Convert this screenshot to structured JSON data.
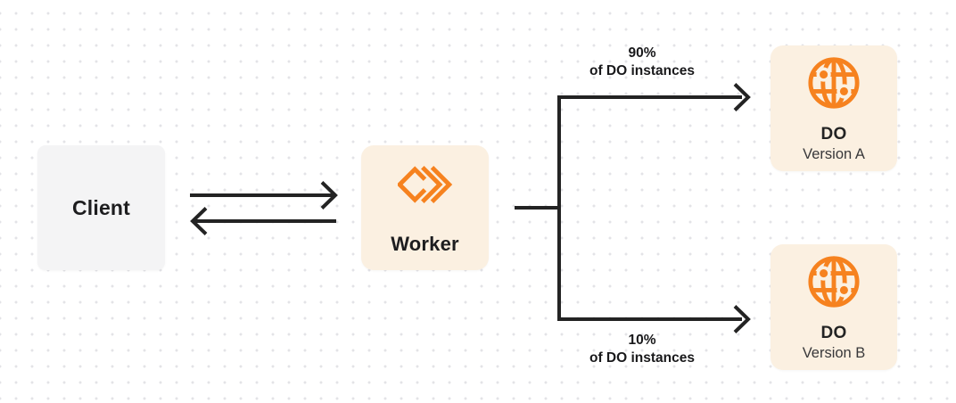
{
  "diagram": {
    "client": {
      "label": "Client"
    },
    "worker": {
      "label": "Worker",
      "icon": "workers-chevron-icon"
    },
    "do_version_a": {
      "title": "DO",
      "subtitle": "Version A",
      "icon": "durable-object-globe-icon"
    },
    "do_version_b": {
      "title": "DO",
      "subtitle": "Version B",
      "icon": "durable-object-globe-icon"
    },
    "top_branch_label": {
      "line1": "90%",
      "line2": "of DO instances"
    },
    "bottom_branch_label": {
      "line1": "10%",
      "line2": "of DO instances"
    },
    "colors": {
      "accent_orange": "#f6821f",
      "cream_box": "#fbf0e1",
      "gray_box": "#f4f4f5",
      "line": "#232323",
      "dot_grid": "#e3e3e7"
    }
  }
}
